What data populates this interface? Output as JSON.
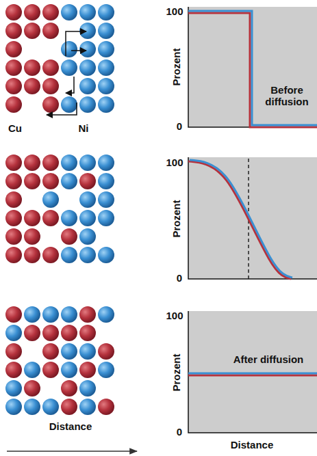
{
  "diagram": {
    "labels": [
      "Cu",
      "Ni",
      "100",
      "0",
      "Prozent",
      "Before diffusion",
      "100",
      "0",
      "Prozent",
      "100",
      "0",
      "Prozent",
      "After diffusion",
      "Distance",
      "Distance"
    ]
  }
}
